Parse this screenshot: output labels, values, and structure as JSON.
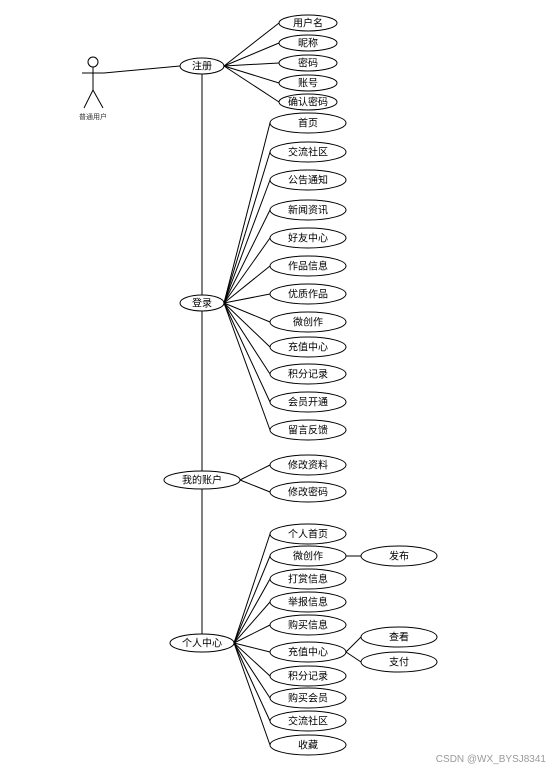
{
  "actor": {
    "label": "普通用户"
  },
  "trunk_nodes": [
    "注册",
    "登录",
    "我的账户",
    "个人中心"
  ],
  "register": {
    "label": "注册",
    "children": [
      "用户名",
      "昵称",
      "密码",
      "账号",
      "确认密码"
    ]
  },
  "login": {
    "label": "登录",
    "children": [
      "首页",
      "交流社区",
      "公告通知",
      "新闻资讯",
      "好友中心",
      "作品信息",
      "优质作品",
      "微创作",
      "充值中心",
      "积分记录",
      "会员开通",
      "留言反馈"
    ]
  },
  "account": {
    "label": "我的账户",
    "children": [
      "修改资料",
      "修改密码"
    ]
  },
  "personal": {
    "label": "个人中心",
    "children": [
      "个人首页",
      "微创作",
      "打赏信息",
      "举报信息",
      "购买信息",
      "充值中心",
      "积分记录",
      "购买会员",
      "交流社区",
      "收藏"
    ],
    "sub_micro": [
      "发布"
    ],
    "sub_recharge": [
      "查看",
      "支付"
    ]
  },
  "watermark": "CSDN @WX_BYSJ8341"
}
